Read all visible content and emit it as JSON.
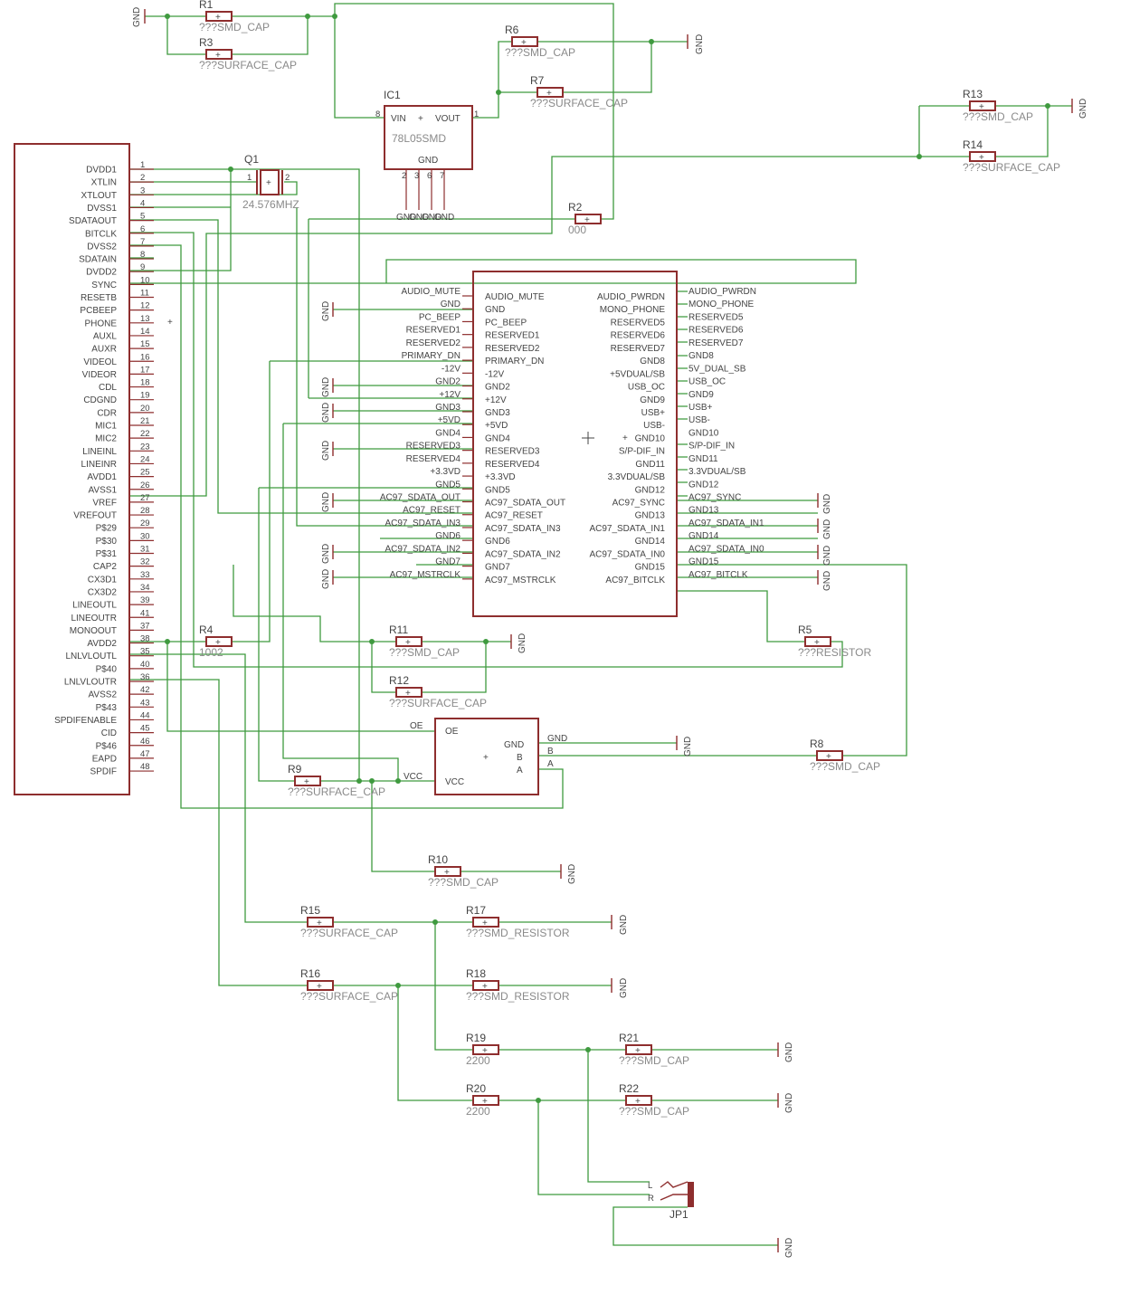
{
  "u1": {
    "pins": [
      "DVDD1",
      "XTLIN",
      "XTLOUT",
      "DVSS1",
      "SDATAOUT",
      "BITCLK",
      "DVSS2",
      "SDATAIN",
      "DVDD2",
      "SYNC",
      "RESETB",
      "PCBEEP",
      "PHONE",
      "AUXL",
      "AUXR",
      "VIDEOL",
      "VIDEOR",
      "CDL",
      "CDGND",
      "CDR",
      "MIC1",
      "MIC2",
      "LINEINL",
      "LINEINR",
      "AVDD1",
      "AVSS1",
      "VREF",
      "VREFOUT",
      "P$29",
      "P$30",
      "P$31",
      "CAP2",
      "CX3D1",
      "CX3D2",
      "LINEOUTL",
      "LINEOUTR",
      "MONOOUT",
      "AVDD2",
      "LNLVLOUTL",
      "P$40",
      "LNLVLOUTR",
      "AVSS2",
      "P$43",
      "SPDIFENABLE",
      "CID",
      "P$46",
      "EAPD",
      "SPDIF"
    ],
    "pin_numbers": [
      "1",
      "2",
      "3",
      "4",
      "5",
      "6",
      "7",
      "8",
      "9",
      "10",
      "11",
      "12",
      "13",
      "14",
      "15",
      "16",
      "17",
      "18",
      "19",
      "20",
      "21",
      "22",
      "23",
      "24",
      "25",
      "26",
      "27",
      "28",
      "29",
      "30",
      "31",
      "32",
      "33",
      "34",
      "39",
      "41",
      "37",
      "38",
      "35",
      "40",
      "36",
      "42",
      "43",
      "44",
      "45",
      "46",
      "47",
      "48"
    ]
  },
  "j1": {
    "left_pins": [
      "AUDIO_MUTE",
      "GND",
      "PC_BEEP",
      "RESERVED1",
      "RESERVED2",
      "PRIMARY_DN",
      "-12V",
      "GND2",
      "+12V",
      "GND3",
      "+5VD",
      "GND4",
      "RESERVED3",
      "RESERVED4",
      "+3.3VD",
      "GND5",
      "AC97_SDATA_OUT",
      "AC97_RESET",
      "AC97_SDATA_IN3",
      "GND6",
      "AC97_SDATA_IN2",
      "GND7",
      "AC97_MSTRCLK"
    ],
    "right_pins": [
      "AUDIO_PWRDN",
      "MONO_PHONE",
      "RESERVED5",
      "RESERVED6",
      "RESERVED7",
      "GND8",
      "+5VDUAL/SB",
      "USB_OC",
      "GND9",
      "USB+",
      "USB-",
      "GND10",
      "S/P-DIF_IN",
      "GND11",
      "3.3VDUAL/SB",
      "GND12",
      "AC97_SYNC",
      "GND13",
      "AC97_SDATA_IN1",
      "GND14",
      "AC97_SDATA_IN0",
      "GND15",
      "AC97_BITCLK"
    ],
    "right_nets": [
      "AUDIO_PWRDN",
      "MONO_PHONE",
      "RESERVED5",
      "RESERVED6",
      "RESERVED7",
      "GND8",
      "5V_DUAL_SB",
      "USB_OC",
      "GND9",
      "USB+",
      "USB-",
      "GND10",
      "S/P-DIF_IN",
      "GND11",
      "3.3VDUAL/SB",
      "GND12",
      "AC97_SYNC",
      "GND13",
      "AC97_SDATA_IN1",
      "GND14",
      "AC97_SDATA_IN0",
      "GND15",
      "AC97_BITCLK"
    ]
  },
  "ic1": {
    "name": "IC1",
    "value": "78L05SMD",
    "vin": "VIN",
    "vout": "VOUT",
    "gnd": "GND",
    "pin_vin": "8",
    "pin_vout": "1",
    "gnd_pins": [
      "2",
      "3",
      "6",
      "7"
    ]
  },
  "q1": {
    "name": "Q1",
    "value": "24.576MHZ",
    "pin1": "1",
    "pin2": "2"
  },
  "buffer": {
    "oe": "OE",
    "gnd": "GND",
    "b": "B",
    "a": "A",
    "vcc": "VCC"
  },
  "jp1": {
    "name": "JP1",
    "l": "L",
    "r": "R"
  },
  "gnd_label": "GND",
  "ext_labels": {
    "oe": "OE",
    "gnd": "GND",
    "b": "B",
    "a": "A",
    "vcc": "VCC"
  },
  "resistors": [
    {
      "name": "R1",
      "value": "???SMD_CAP"
    },
    {
      "name": "R3",
      "value": "???SURFACE_CAP"
    },
    {
      "name": "R6",
      "value": "???SMD_CAP"
    },
    {
      "name": "R7",
      "value": "???SURFACE_CAP"
    },
    {
      "name": "R13",
      "value": "???SMD_CAP"
    },
    {
      "name": "R14",
      "value": "???SURFACE_CAP"
    },
    {
      "name": "R2",
      "value": "000"
    },
    {
      "name": "R4",
      "value": "1002"
    },
    {
      "name": "R11",
      "value": "???SMD_CAP"
    },
    {
      "name": "R12",
      "value": "???SURFACE_CAP"
    },
    {
      "name": "R5",
      "value": "???RESISTOR"
    },
    {
      "name": "R8",
      "value": "???SMD_CAP"
    },
    {
      "name": "R9",
      "value": "???SURFACE_CAP"
    },
    {
      "name": "R10",
      "value": "???SMD_CAP"
    },
    {
      "name": "R15",
      "value": "???SURFACE_CAP"
    },
    {
      "name": "R17",
      "value": "???SMD_RESISTOR"
    },
    {
      "name": "R16",
      "value": "???SURFACE_CAP"
    },
    {
      "name": "R18",
      "value": "???SMD_RESISTOR"
    },
    {
      "name": "R19",
      "value": "2200"
    },
    {
      "name": "R21",
      "value": "???SMD_CAP"
    },
    {
      "name": "R20",
      "value": "2200"
    },
    {
      "name": "R22",
      "value": "???SMD_CAP"
    }
  ]
}
